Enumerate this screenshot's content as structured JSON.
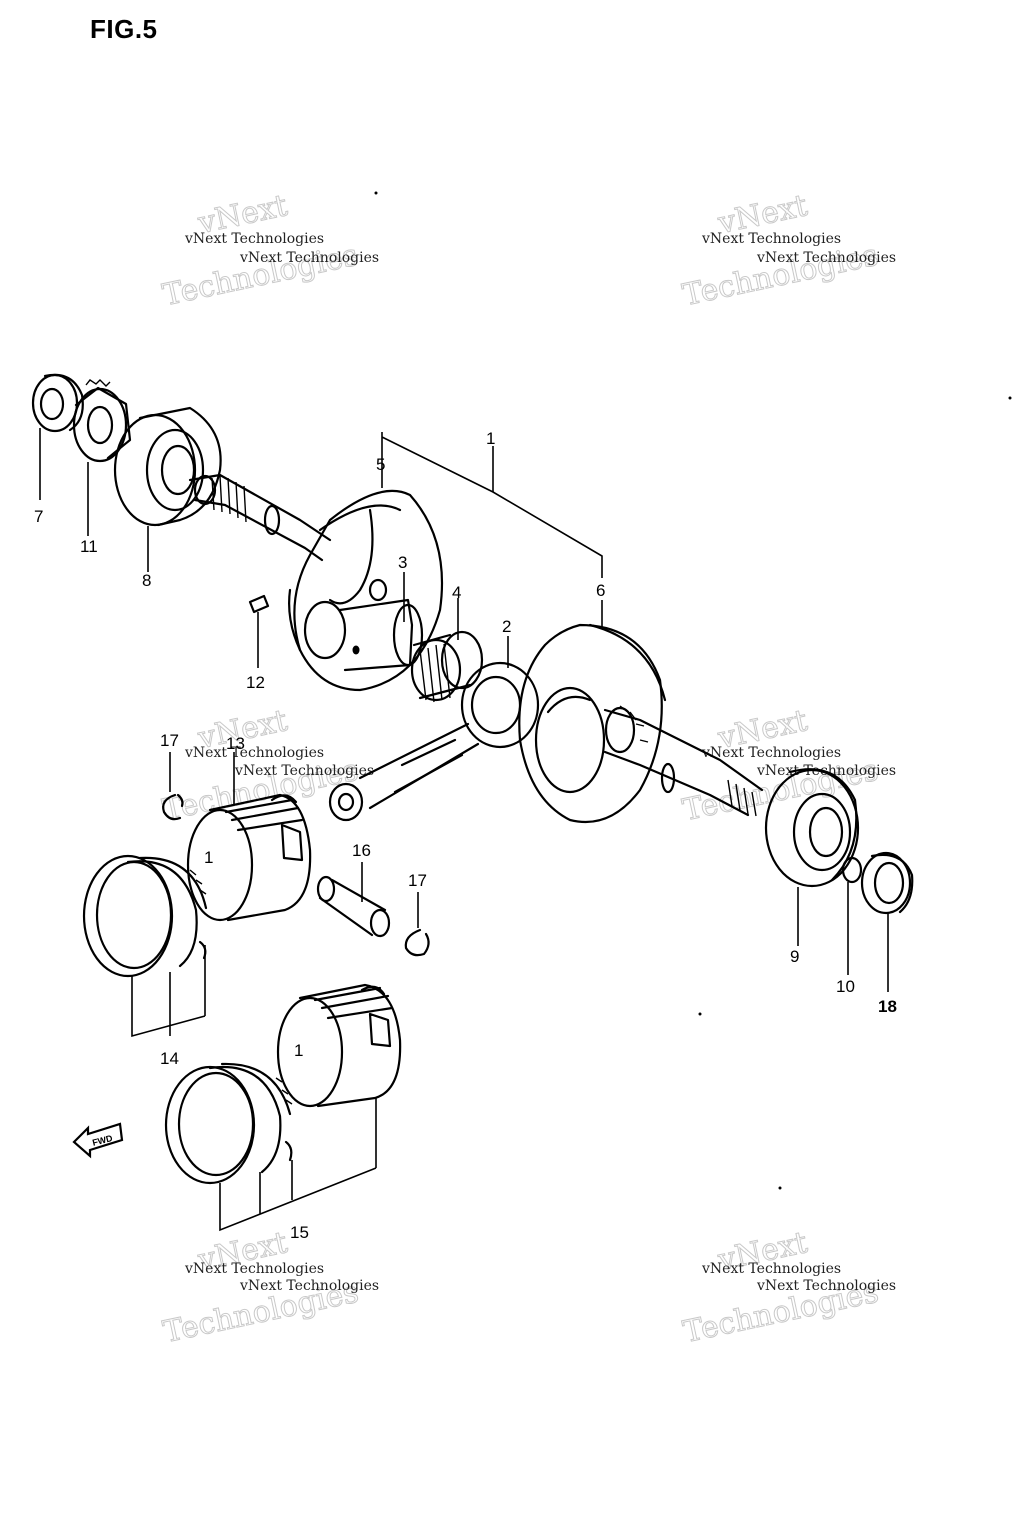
{
  "figure": {
    "title": "FIG.5"
  },
  "callouts": {
    "c1": "1",
    "c2": "2",
    "c3": "3",
    "c4": "4",
    "c5": "5",
    "c6": "6",
    "c7": "7",
    "c8": "8",
    "c9": "9",
    "c10": "10",
    "c11": "11",
    "c12": "12",
    "c13": "13",
    "c14": "14",
    "c15": "15",
    "c16": "16",
    "c17a": "17",
    "c17b": "17",
    "c18": "18"
  },
  "piston_marks": {
    "upper": "1",
    "lower": "1"
  },
  "direction_tag": "FWD",
  "watermark": {
    "small": "vNext Technologies",
    "big_top": "vNext",
    "big_bottom": "Technologies"
  }
}
